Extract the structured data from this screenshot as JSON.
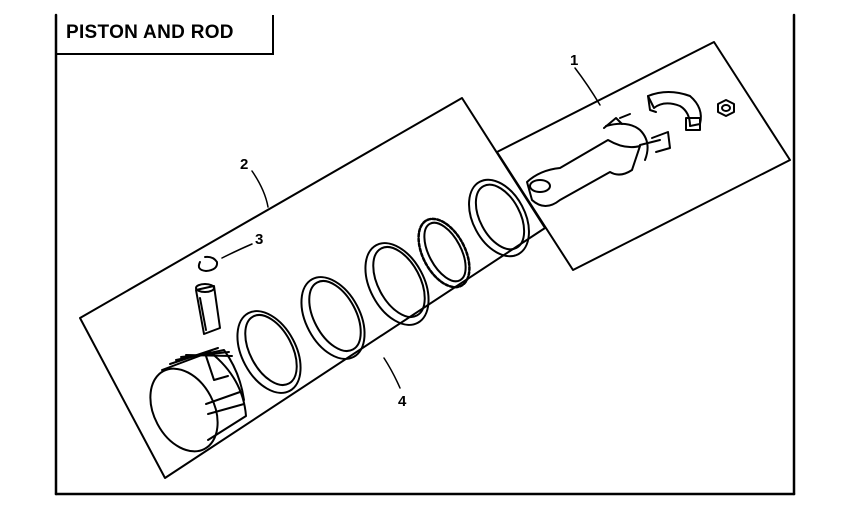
{
  "title": "PISTON AND ROD",
  "callouts": {
    "rod_assembly": "1",
    "piston_assembly": "2",
    "retainer_clip": "3",
    "ring_set": "4"
  },
  "colors": {
    "line": "#000000",
    "background": "#ffffff"
  }
}
